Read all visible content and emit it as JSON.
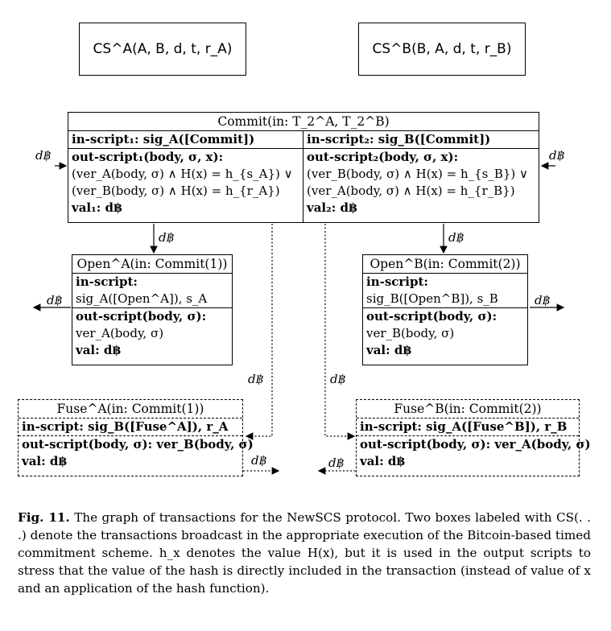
{
  "cs_a": "CS^A(A, B, d, t, r_A)",
  "cs_b": "CS^B(B, A, d, t, r_B)",
  "commit": {
    "title": "Commit(in: T_2^A, T_2^B)",
    "in_script_1": "in-script₁: sig_A([Commit])",
    "in_script_2": "in-script₂: sig_B([Commit])",
    "out_script_1": "out-script₁(body, σ, x):",
    "out_script_1_l1": "(ver_A(body, σ) ∧ H(x) = h_{s_A}) ∨",
    "out_script_1_l2": "(ver_B(body, σ) ∧ H(x) = h_{r_A})",
    "val_1": "val₁: d฿",
    "out_script_2": "out-script₂(body, σ, x):",
    "out_script_2_l1": "(ver_B(body, σ) ∧ H(x) = h_{s_B}) ∨",
    "out_script_2_l2": "(ver_A(body, σ) ∧ H(x) = h_{r_B})",
    "val_2": "val₂: d฿"
  },
  "open_a": {
    "title": "Open^A(in: Commit(1))",
    "in_script": "in-script:",
    "sig": "sig_A([Open^A]), s_A",
    "out_script": "out-script(body, σ):",
    "ver": "ver_A(body, σ)",
    "val": "val: d฿"
  },
  "open_b": {
    "title": "Open^B(in: Commit(2))",
    "in_script": "in-script:",
    "sig": "sig_B([Open^B]), s_B",
    "out_script": "out-script(body, σ):",
    "ver": "ver_B(body, σ)",
    "val": "val: d฿"
  },
  "fuse_a": {
    "title": "Fuse^A(in: Commit(1))",
    "in_script": "in-script: sig_B([Fuse^A]), r_A",
    "out_script": "out-script(body, σ): ver_B(body, σ)",
    "val": "val: d฿"
  },
  "fuse_b": {
    "title": "Fuse^B(in: Commit(2))",
    "in_script": "in-script: sig_A([Fuse^B]), r_B",
    "out_script": "out-script(body, σ): ver_A(body, σ)",
    "val": "val: d฿"
  },
  "edge_label": "d฿",
  "caption": {
    "label": "Fig. 11.",
    "text": " The graph of transactions for the NewSCS protocol. Two boxes labeled with CS(. . .) denote the transactions broadcast in the appropriate execution of the Bitcoin-based timed commitment scheme. h_x denotes the value H(x), but it is used in the output scripts to stress that the value of the hash is directly included in the transaction (instead of value of x and an application of the hash function)."
  }
}
